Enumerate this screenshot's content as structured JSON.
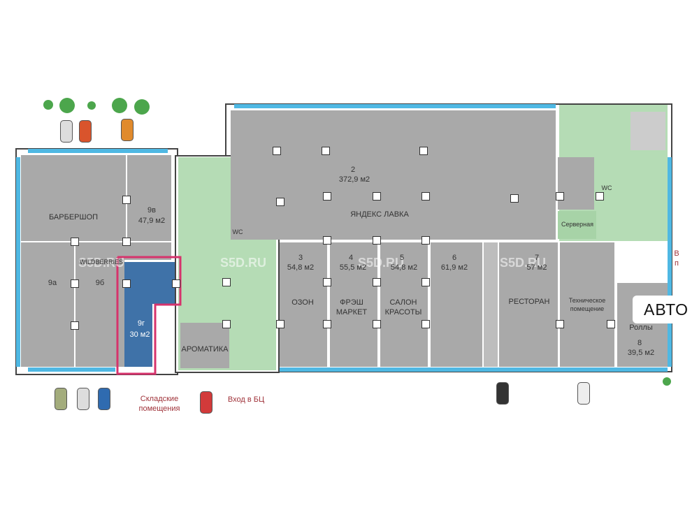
{
  "rooms": {
    "barbershop": "БАРБЕРШОП",
    "r9v_num": "9в",
    "r9v_area": "47,9 м2",
    "wildberries": "WILDBERRIES",
    "r9a": "9а",
    "r9b": "9б",
    "r9g_num": "9г",
    "r9g_area": "30 м2",
    "aromatika": "АРОМАТИКА",
    "wc1": "WC",
    "wc2": "WC",
    "r2_num": "2",
    "r2_area": "372,9 м2",
    "r2_tenant": "ЯНДЕКС ЛАВКА",
    "r3_num": "3",
    "r3_area": "54,8 м2",
    "r3_tenant": "ОЗОН",
    "r4_num": "4",
    "r4_area": "55,5 м2",
    "r4_tenant": "ФРЭШ МАРКЕТ",
    "r5_num": "5",
    "r5_area": "54,8 м2",
    "r5_tenant": "САЛОН КРАСОТЫ",
    "r6_num": "6",
    "r6_area": "61,9 м2",
    "r7_num": "7",
    "r7_area": "57 м2",
    "r7_tenant": "РЕСТОРАН",
    "tech": "Техническое помещение",
    "server": "Серверная",
    "r8_tenant": "Роллы",
    "r8_num": "8",
    "r8_area": "39,5 м2"
  },
  "labels": {
    "storage": "Складские помещения",
    "entrance": "Вход в БЦ",
    "side_entrance": "В п",
    "watermark": "S5D.RU",
    "overlay": "АВТО"
  },
  "colors": {
    "selected": "#3f72a8",
    "highlight": "#d6336c",
    "green": "#b5dcb5",
    "grey": "#a9a9a9"
  }
}
